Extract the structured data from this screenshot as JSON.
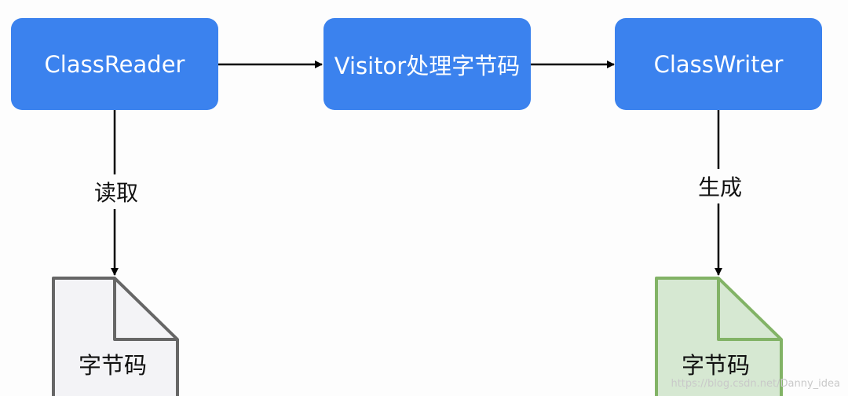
{
  "nodes": {
    "reader": "ClassReader",
    "visitor": "Visitor处理字节码",
    "writer": "ClassWriter"
  },
  "edges": {
    "read_label": "读取",
    "generate_label": "生成"
  },
  "documents": {
    "input_label": "字节码",
    "output_label": "字节码"
  },
  "colors": {
    "node_fill": "#3b82ee",
    "input_doc_fill": "#f3f3f6",
    "input_doc_stroke": "#666666",
    "output_doc_fill": "#d6e8d2",
    "output_doc_stroke": "#82b366"
  },
  "watermark": "https://blog.csdn.net/Danny_idea"
}
